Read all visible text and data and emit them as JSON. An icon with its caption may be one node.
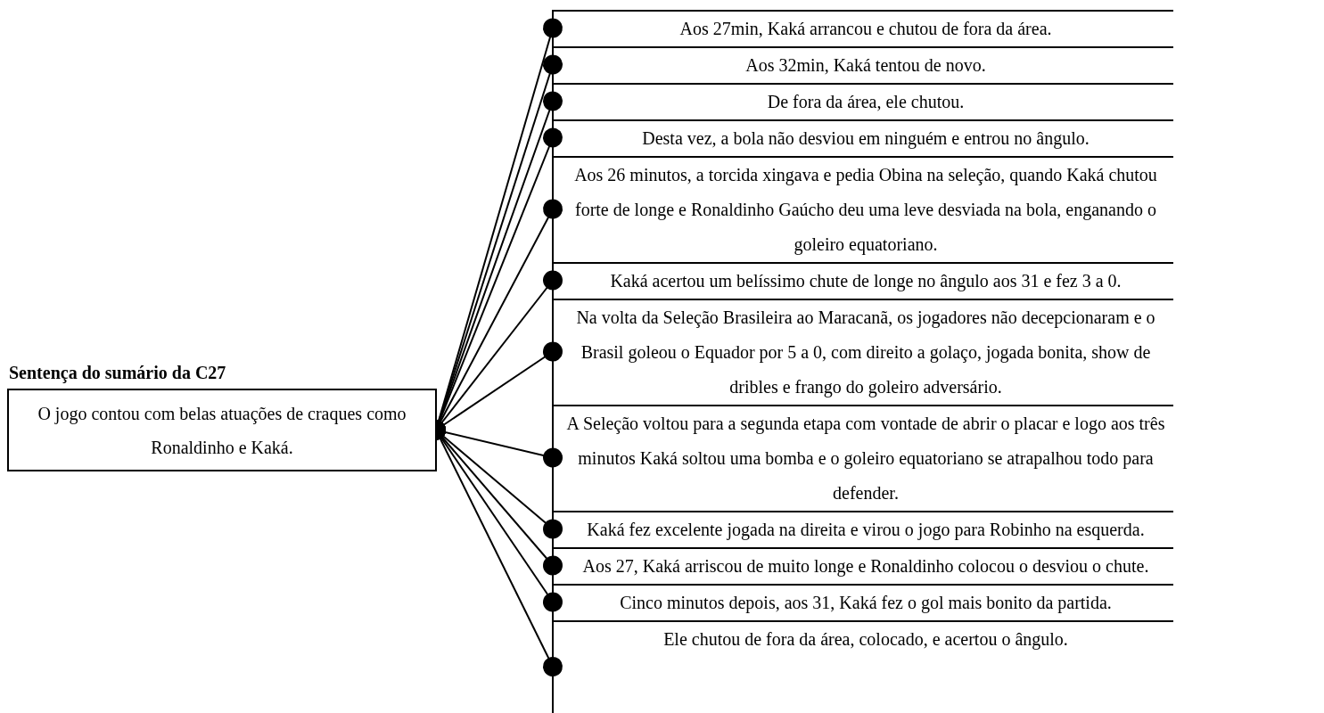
{
  "diagram": {
    "nodes": [
      {
        "text": [
          "Sentença do sumário da C27",
          "O jogo contou com belas atuações de craques como Ronaldinho e Kaká."
        ]
      },
      {
        "text": [
          "Aos 27min, Kaká arrancou e chutou de fora da área."
        ]
      },
      {
        "text": [
          "Aos 32min, Kaká tentou de novo."
        ]
      },
      {
        "text": [
          "De fora da área, ele chutou."
        ]
      },
      {
        "text": [
          "Desta vez, a bola não desviou em ninguém e entrou no ângulo."
        ]
      },
      {
        "text": [
          "Aos 26 minutos, a torcida xingava e pedia Obina na seleção, quando Kaká chutou forte de longe e Ronaldinho Gaúcho deu uma leve desviada na bola, enganando o goleiro equatoriano."
        ]
      },
      {
        "text": [
          "Kaká acertou um belíssimo chute de longe no ângulo aos 31 e fez 3 a 0."
        ]
      },
      {
        "text": [
          "Na volta da Seleção Brasileira ao Maracanã, os jogadores não decepcionaram e o Brasil goleou o Equador por 5 a 0, com direito a golaço, jogada bonita, show de dribles e frango do goleiro adversário."
        ]
      },
      {
        "text": [
          "A Seleção voltou para a segunda etapa com vontade de abrir o placar e logo aos três minutos Kaká soltou uma bomba e o goleiro equatoriano se atrapalhou todo para defender."
        ]
      },
      {
        "text": [
          "Kaká fez excelente jogada na direita e virou o jogo para Robinho na esquerda."
        ]
      },
      {
        "text": [
          "Aos 27, Kaká arriscou de muito longe e Ronaldinho colocou o desviou o chute."
        ]
      },
      {
        "text": [
          "Cinco minutos depois, aos 31, Kaká fez o gol mais bonito da partida."
        ]
      },
      {
        "text": [
          "Ele chutou de fora da área, colocado, e acertou o ângulo."
        ]
      }
    ],
    "edges": [
      {
        "from": 0,
        "to": 1,
        "arrow": "other"
      },
      {
        "from": 0,
        "to": 2,
        "arrow": "other"
      },
      {
        "from": 0,
        "to": 3,
        "arrow": "other"
      },
      {
        "from": 0,
        "to": 4,
        "arrow": "other"
      },
      {
        "from": 0,
        "to": 5,
        "arrow": "other"
      },
      {
        "from": 0,
        "to": 6,
        "arrow": "other"
      },
      {
        "from": 0,
        "to": 7,
        "arrow": "other"
      },
      {
        "from": 0,
        "to": 8,
        "arrow": "other"
      },
      {
        "from": 0,
        "to": 9,
        "arrow": "other"
      },
      {
        "from": 0,
        "to": 10,
        "arrow": "other"
      },
      {
        "from": 0,
        "to": 11,
        "arrow": "other"
      },
      {
        "from": 0,
        "to": 12,
        "arrow": "other"
      }
    ]
  }
}
